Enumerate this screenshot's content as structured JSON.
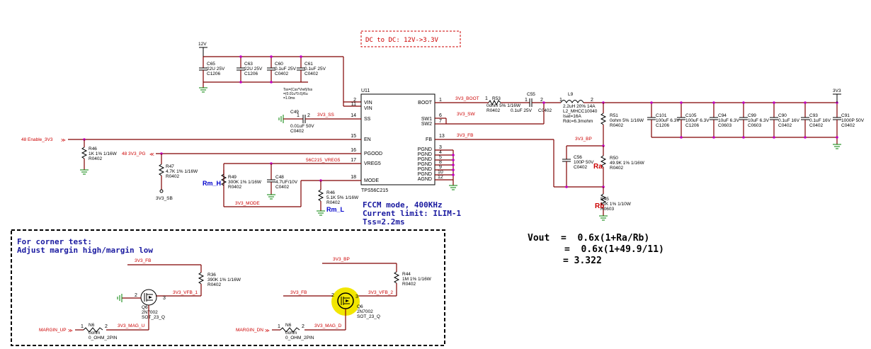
{
  "title_box": "DC to DC: 12V->3.3V",
  "supply_12v": "12V",
  "supply_3v3": "3V3",
  "input_caps": [
    {
      "ref": "C65",
      "value": "22U 25V",
      "pkg": "C1206"
    },
    {
      "ref": "C63",
      "value": "22U 25V",
      "pkg": "C1206"
    },
    {
      "ref": "C60",
      "value": "0.1uF 25V",
      "pkg": "C0402"
    },
    {
      "ref": "C61",
      "value": "0.1uF 25V",
      "pkg": "C0402"
    }
  ],
  "ss_note": "Tss=(Css*Vref)/Iss\n=(0.01u*0.6)/6u\n=1.0ms",
  "ic": {
    "ref": "U11",
    "part": "TPS56C215",
    "left_pins": [
      {
        "num": "2",
        "name": "VIN"
      },
      {
        "num": "11",
        "name": "VIN"
      },
      {
        "num": "14",
        "name": "SS"
      },
      {
        "num": "15",
        "name": "EN"
      },
      {
        "num": "16",
        "name": "PGOOD"
      },
      {
        "num": "17",
        "name": "VREG5"
      },
      {
        "num": "18",
        "name": "MODE"
      }
    ],
    "right_pins": [
      {
        "num": "1",
        "name": "BOOT"
      },
      {
        "num": "6",
        "name": "SW1"
      },
      {
        "num": "7",
        "name": "SW2"
      },
      {
        "num": "13",
        "name": "FB"
      },
      {
        "num": "3",
        "name": "PGND"
      },
      {
        "num": "4",
        "name": "PGND"
      },
      {
        "num": "5",
        "name": "PGND"
      },
      {
        "num": "8",
        "name": "PGND"
      },
      {
        "num": "9",
        "name": "PGND"
      },
      {
        "num": "10",
        "name": "PGND"
      },
      {
        "num": "12",
        "name": "AGND"
      }
    ]
  },
  "nets": {
    "boot": "3V3_BOOT",
    "sw": "3V3_SW",
    "fb": "3V3_FB",
    "ss": "3V3_SS",
    "enable": "48  Enable_3V3",
    "pg": "48  3V3_PG",
    "vreg5": "56C215_VREG5",
    "mode": "3V3_MODE",
    "bp": "3V3_BP",
    "sb": "3V3_SB",
    "vfb1": "3V3_VFB_1",
    "vfb2": "3V3_VFB_2",
    "mag_u": "3V3_MAG_U",
    "mag_d": "3V3_MAG_D",
    "margin_up": "MARGIN_UP",
    "margin_dn": "MARGIN_DN"
  },
  "c49": {
    "ref": "C49",
    "value": "0.01uF 50V",
    "pkg": "C0402"
  },
  "r46": {
    "ref": "R46",
    "value": "1K 1% 1/16W",
    "pkg": "R0402"
  },
  "r47": {
    "ref": "R47",
    "value": "4.7K 1% 1/16W",
    "pkg": "R0402"
  },
  "r49": {
    "ref": "R49",
    "value": "300K 1% 1/16W",
    "pkg": "R0402"
  },
  "c48": {
    "ref": "C48",
    "value": "4.7UF/10V",
    "pkg": "C0402"
  },
  "r45b": {
    "ref": "R46",
    "value": "5.1K 5% 1/16W",
    "pkg": "R0402"
  },
  "rm_h": "Rm_H",
  "rm_l": "Rm_L",
  "r53": {
    "ref": "R53",
    "value": "0ohm 5% 1/16W",
    "pkg": "R0402"
  },
  "c55": {
    "ref": "C55",
    "value": "0.1uF 25V",
    "pkg": "C0402"
  },
  "l9": {
    "ref": "L9",
    "value": "2.2uH 20% 14A",
    "pkg": "L2_MHCC10040",
    "isat": "Isat=16A",
    "rdc": "Rdc=6.3mohm"
  },
  "r51": {
    "ref": "R51",
    "value": "0ohm 5% 1/16W",
    "pkg": "R0402"
  },
  "c56": {
    "ref": "C56",
    "value": "100P 50V",
    "pkg": "C0402"
  },
  "r50": {
    "ref": "R50",
    "value": "49.9K 1% 1/16W",
    "pkg": "R0402"
  },
  "r45": {
    "ref": "R45",
    "value": "11K 1% 1/10W",
    "pkg": "R0603"
  },
  "ra": "Ra",
  "rb": "Rb",
  "output_caps": [
    {
      "ref": "C101",
      "value": "100uF 6.3V",
      "pkg": "C1206"
    },
    {
      "ref": "C105",
      "value": "100uF 6.3V",
      "pkg": "C1206"
    },
    {
      "ref": "C94",
      "value": "10uF 6.3V",
      "pkg": "C0603"
    },
    {
      "ref": "C99",
      "value": "10uF 6.3V",
      "pkg": "C0603"
    },
    {
      "ref": "C90",
      "value": "0.1uF 16V",
      "pkg": "C0402"
    },
    {
      "ref": "C93",
      "value": "0.1uF 16V",
      "pkg": "C0402"
    },
    {
      "ref": "C91",
      "value": "1000P 50V",
      "pkg": "C0402"
    }
  ],
  "mode_note": [
    "FCCM mode, 400KHz",
    "Current limit: ILIM-1",
    "Tss=2.2ms"
  ],
  "formula": [
    "Vout  =  0.6x(1+Ra/Rb)",
    "=  0.6x(1+49.9/11)",
    "= 3.322"
  ],
  "corner": {
    "title": [
      "For corner test:",
      "Adjust margin high/margin low"
    ],
    "r36": {
      "ref": "R36",
      "value": "390K 1% 1/16W",
      "pkg": "R0402"
    },
    "r44": {
      "ref": "R44",
      "value": "1M 1% 1/16W",
      "pkg": "R0402"
    },
    "q6a": {
      "ref": "Q6",
      "part": "2N7002",
      "pkg": "SOT_23_Q"
    },
    "q6b": {
      "ref": "Q6",
      "part": "2N7002",
      "pkg": "SOT_23_Q"
    },
    "n6a": {
      "ref": "N6",
      "value": "0ohm",
      "pkg": "0_OHM_2PIN"
    },
    "n6b": {
      "ref": "N6",
      "value": "0ohm",
      "pkg": "0_OHM_2PIN"
    }
  },
  "colors": {
    "wire": "#800000",
    "net_label": "#cc0000",
    "note_blue": "#1a1aa0",
    "highlight": "#f2e600",
    "node": "#c000c0",
    "ground": "#008000"
  }
}
